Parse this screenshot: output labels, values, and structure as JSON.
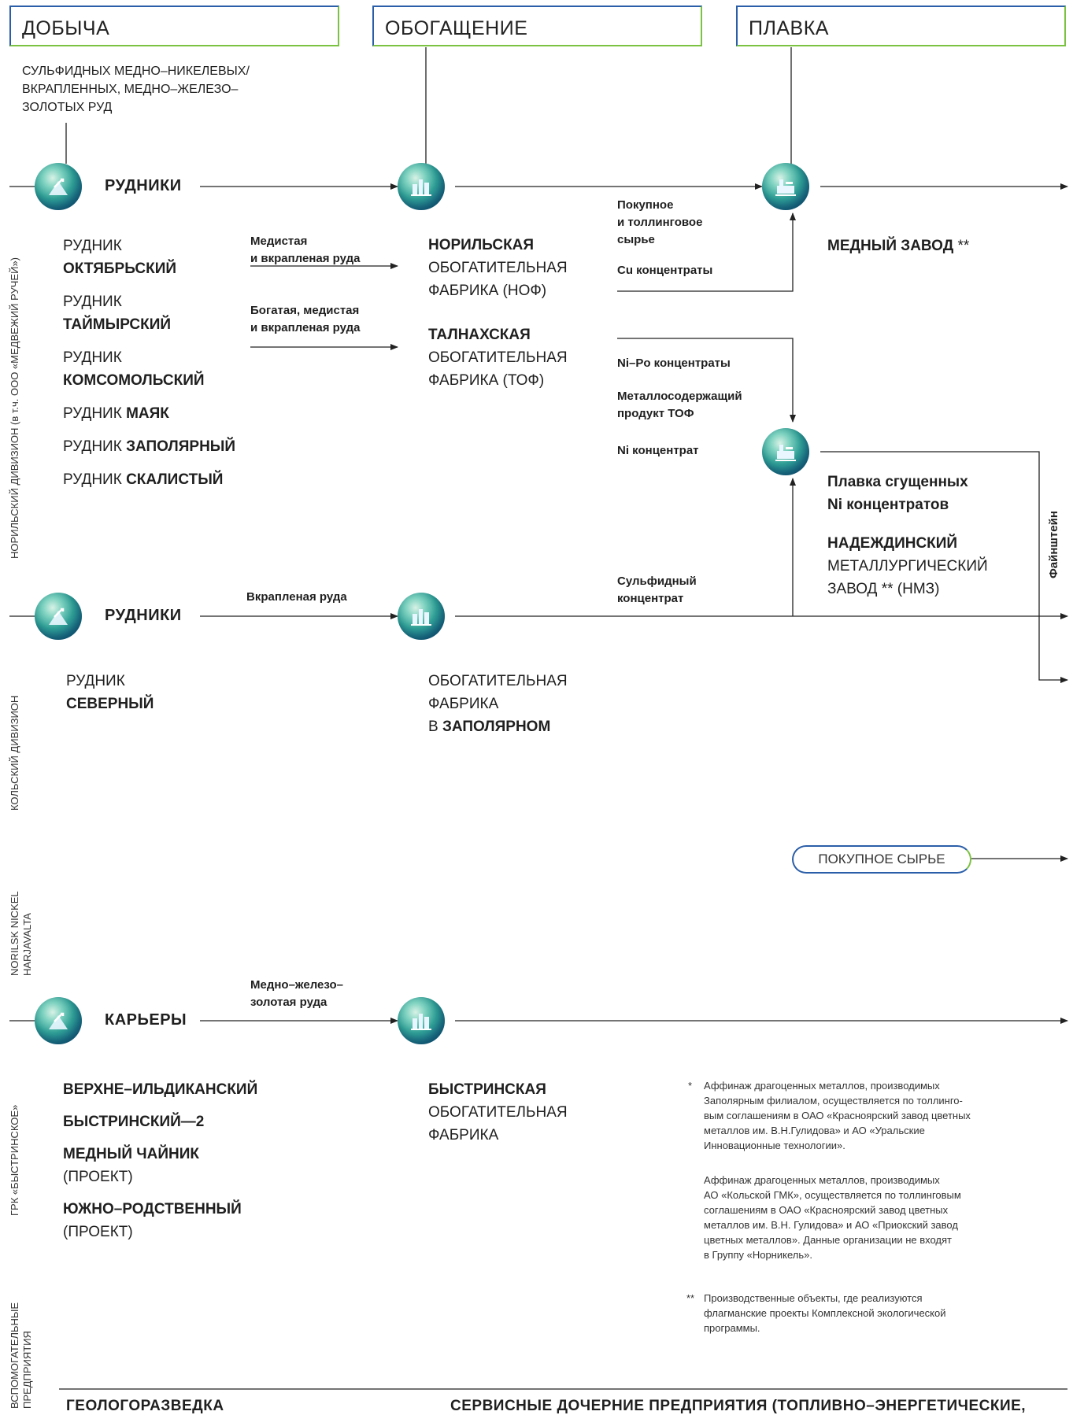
{
  "stages": [
    "ДОБЫЧА",
    "ОБОГАЩЕНИЕ",
    "ПЛАВКА"
  ],
  "ore_types": [
    "СУЛЬФИДНЫХ МЕДНО–НИКЕЛЕВЫХ/",
    "ВКРАПЛЕННЫХ, МЕДНО–ЖЕЛЕЗО–",
    "ЗОЛОТЫХ РУД"
  ],
  "divisions": {
    "norilsk": "НОРИЛЬСКИЙ ДИВИЗИОН (в т.ч. ООО «МЕДВЕЖИЙ РУЧЕЙ»)",
    "kola": "КОЛЬСКИЙ ДИВИЗИОН",
    "harjavalta_1": "NORILSK NICKEL",
    "harjavalta_2": "HARJAVALTA",
    "bystrinskoe": "ГРК «БЫСТРИНСКОЕ»",
    "aux_1": "ВСПОМОГАТЕЛЬНЫЕ",
    "aux_2": "ПРЕДПРИЯТИЯ"
  },
  "norilsk": {
    "mines_label": "РУДНИКИ",
    "mines": [
      {
        "prefix": "РУДНИК",
        "name": "ОКТЯБРЬСКИЙ"
      },
      {
        "prefix": "РУДНИК",
        "name": "ТАЙМЫРСКИЙ"
      },
      {
        "prefix": "РУДНИК",
        "name": "КОМСОМОЛЬСКИЙ"
      },
      {
        "prefix": "РУДНИК",
        "name": "МАЯК"
      },
      {
        "prefix": "РУДНИК",
        "name": "ЗАПОЛЯРНЫЙ"
      },
      {
        "prefix": "РУДНИК",
        "name": "СКАЛИСТЫЙ"
      }
    ],
    "flow_1": [
      "Медистая",
      "и вкрапленая руда"
    ],
    "flow_2": [
      "Богатая, медистая",
      "и вкрапленая руда"
    ],
    "plant_nof": {
      "name": "НОРИЛЬСКАЯ",
      "line1": "ОБОГАТИТЕЛЬНАЯ",
      "line2": "ФАБРИКА (НОФ)"
    },
    "plant_tof": {
      "name": "ТАЛНАХСКАЯ",
      "line1": "ОБОГАТИТЕЛЬНАЯ",
      "line2": "ФАБРИКА (ТОФ)"
    },
    "purchased": [
      "Покупное",
      "и толлинговое",
      "сырье"
    ],
    "cu_conc": "Cu концентраты",
    "nipo_conc": "Ni–Po концентраты",
    "metal_prod": [
      "Металлосодержащий",
      "продукт ТОФ"
    ],
    "ni_conc": "Ni концентрат",
    "copper_plant": {
      "name": "МЕДНЫЙ ЗАВОД",
      "mark": "**"
    },
    "smelting": [
      "Плавка сгущенных",
      "Ni концентратов"
    ],
    "nmz": {
      "name": "НАДЕЖДИНСКИЙ",
      "line1": "МЕТАЛЛУРГИЧЕСКИЙ",
      "line2": "ЗАВОД ** (НМЗ)"
    },
    "matte": "Файнштейн"
  },
  "kola": {
    "mines_label": "РУДНИКИ",
    "flow": "Вкрапленая руда",
    "sulfide": [
      "Сульфидный",
      "концентрат"
    ],
    "mine_prefix": "РУДНИК",
    "mine_name": "СЕВЕРНЫЙ",
    "plant_line1": "ОБОГАТИТЕЛЬНАЯ",
    "plant_line2": "ФАБРИКА",
    "plant_prefix": "В",
    "plant_name": "ЗАПОЛЯРНОМ"
  },
  "harjavalta": {
    "pill": "ПОКУПНОЕ СЫРЬЕ"
  },
  "bystrinskoe": {
    "label": "КАРЬЕРЫ",
    "flow": [
      "Медно–железо–",
      "золотая руда"
    ],
    "quarries": [
      {
        "name": "ВЕРХНЕ–ИЛЬДИКАНСКИЙ",
        "note": ""
      },
      {
        "name": "БЫСТРИНСКИЙ—2",
        "note": ""
      },
      {
        "name": "МЕДНЫЙ ЧАЙНИК",
        "note": "(ПРОЕКТ)"
      },
      {
        "name": "ЮЖНО–РОДСТВЕННЫЙ",
        "note": "(ПРОЕКТ)"
      }
    ],
    "plant": {
      "name": "БЫСТРИНСКАЯ",
      "line1": "ОБОГАТИТЕЛЬНАЯ",
      "line2": "ФАБРИКА"
    }
  },
  "notes": {
    "star1": "*",
    "p1": [
      "Аффинаж драгоценных металлов, производимых",
      "Заполярным филиалом, осуществляется по толлинго-",
      "вым соглашениям в ОАО «Красноярский завод цветных",
      "металлов им. В.Н.Гулидова» и АО «Уральские",
      "Инновационные технологии»."
    ],
    "p2": [
      "Аффинаж драгоценных металлов, производимых",
      "АО «Кольской ГМК», осуществляется по толлинговым",
      "соглашениям в ОАО «Красноярский завод цветных",
      "металлов им. В.Н. Гулидова» и АО «Приокский завод",
      "цветных металлов». Данные организации не входят",
      "в Группу «Норникель»."
    ],
    "star2": "**",
    "p3": [
      "Производственные объекты, где реализуются",
      "флагманские проекты Комплексной экологической",
      "программы."
    ]
  },
  "bottom": {
    "geology": "ГЕОЛОГОРАЗВЕДКА",
    "services": "СЕРВИСНЫЕ ДОЧЕРНИЕ ПРЕДПРИЯТИЯ (ТОПЛИВНО–ЭНЕРГЕТИЧЕСКИЕ,"
  },
  "colors": {
    "blue": "#2b5ea8",
    "green": "#7cc242",
    "line": "#222222"
  }
}
